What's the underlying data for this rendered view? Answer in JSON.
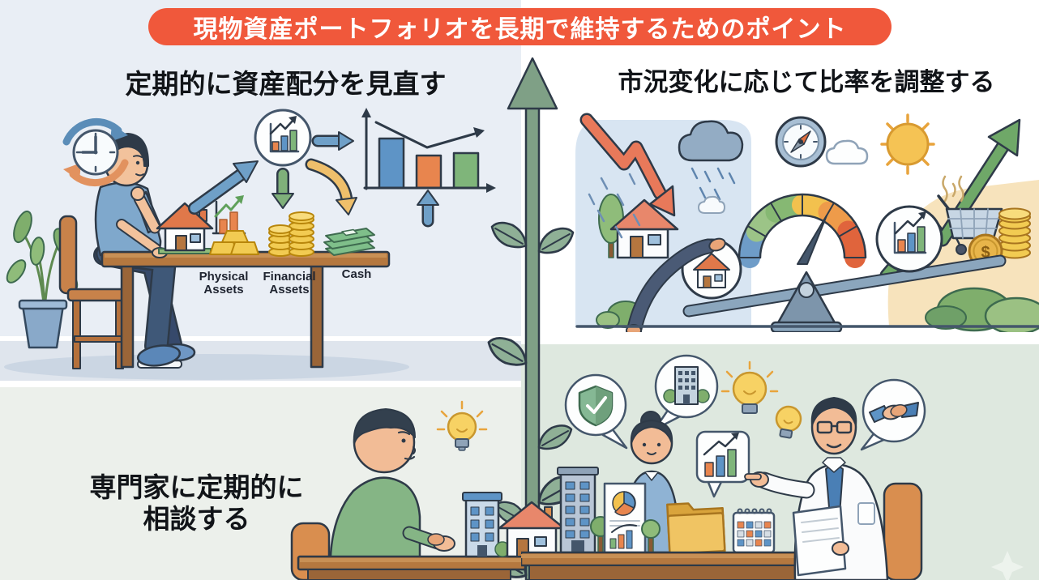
{
  "banner": {
    "label": "現物資産ポートフォリオを長期で維持するためのポイント",
    "bg_color": "#F0583B",
    "text_color": "#FFFFFF"
  },
  "sections": {
    "review": {
      "heading": "定期的に資産配分を見直す",
      "asset_labels": {
        "physical": "Physical Assets",
        "financial": "Financial Assets",
        "cash": "Cash"
      },
      "icons": [
        "refresh-clock-icon",
        "portfolio-chart-circle-icon",
        "house-model-icon",
        "mini-growth-chart-icon",
        "gold-bars-icon",
        "coin-stacks-icon",
        "cash-stack-icon",
        "bar-chart-icon",
        "up-arrow-icon",
        "blue-flow-arrow-icon",
        "green-flow-arrow-icon",
        "orange-flow-arrow-icon",
        "person-thinking-icon",
        "potted-plant-icon"
      ]
    },
    "adjust": {
      "heading": "市況変化に応じて比率を調整する",
      "dollar_sign": "$",
      "icons": [
        "falling-market-arrow-icon",
        "rain-cloud-icon",
        "house-icon",
        "compass-icon",
        "risk-gauge-icon",
        "sun-icon",
        "cloud-icon",
        "rising-market-arrow-icon",
        "shopping-cart-icon",
        "coin-stack-icon",
        "dollar-coin-icon",
        "balance-seesaw-icon",
        "house-bubble-icon",
        "chart-bubble-icon",
        "hand-icon",
        "bush-icon"
      ]
    },
    "consult": {
      "heading_line1": "専門家に定期的に",
      "heading_line2": "相談する",
      "icons": [
        "lightbulb-icon",
        "shield-check-bubble-icon",
        "building-bubble-icon",
        "handshake-bubble-icon",
        "bar-chart-bubble-icon",
        "client-man-icon",
        "client-woman-icon",
        "advisor-icon",
        "house-model-icon",
        "building-model-icon",
        "pie-chart-document-icon",
        "folder-icon",
        "calendar-icon",
        "growth-arrow-icon"
      ]
    }
  },
  "colors": {
    "banner_bg": "#F0583B",
    "review_panel_bg": "#E9EEF5",
    "consult_left_panel_bg": "#ECF0EB",
    "consult_right_panel_bg": "#DEE8DF",
    "adjust_blue_patch": "#D8E5F2",
    "adjust_orange_patch": "#F7E3BC",
    "growth_arrow": "#7FA086",
    "heading_text": "#111418"
  }
}
